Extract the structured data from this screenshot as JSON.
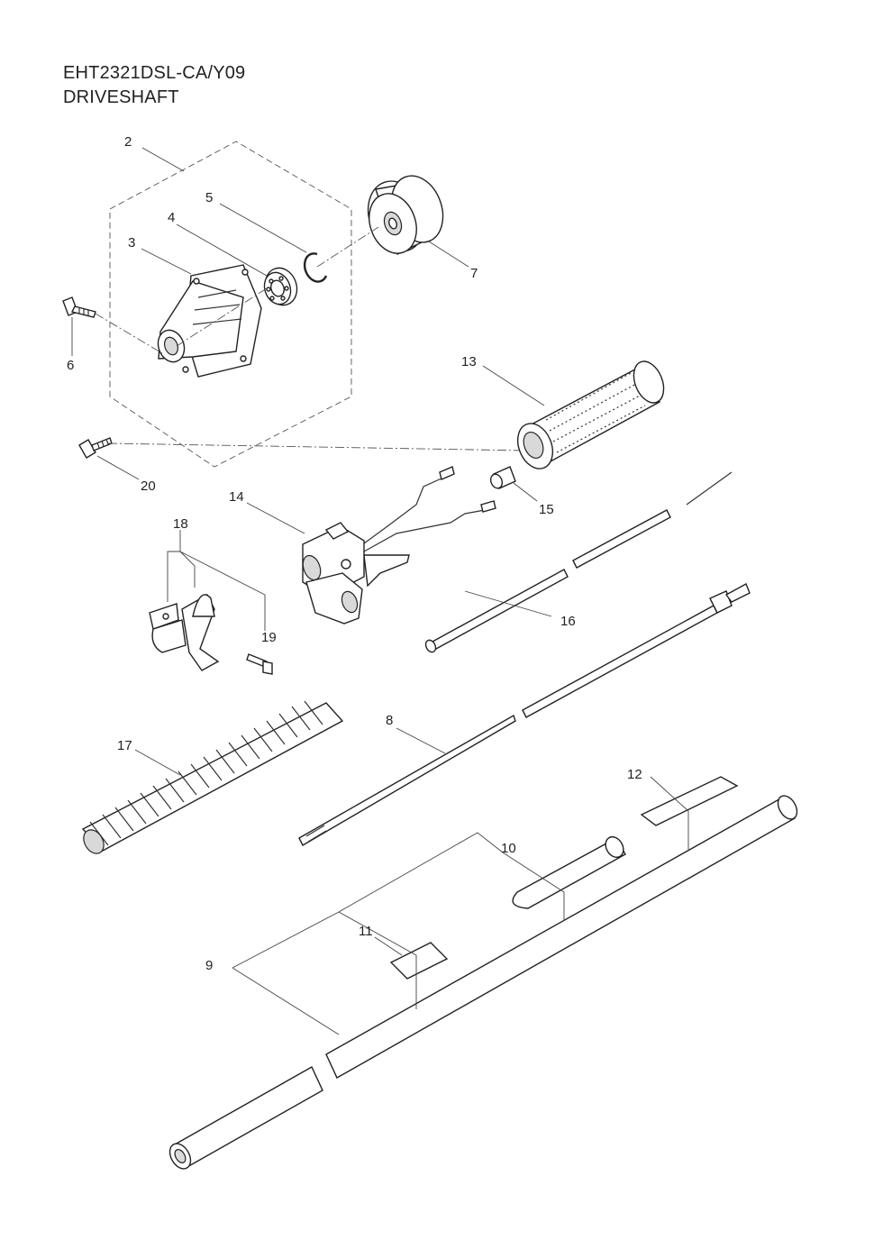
{
  "title": {
    "model": "EHT2321DSL-CA/Y09",
    "section": "DRIVESHAFT"
  },
  "callouts": [
    "2",
    "3",
    "4",
    "5",
    "6",
    "7",
    "8",
    "9",
    "10",
    "11",
    "12",
    "13",
    "14",
    "15",
    "16",
    "17",
    "18",
    "19",
    "20"
  ]
}
